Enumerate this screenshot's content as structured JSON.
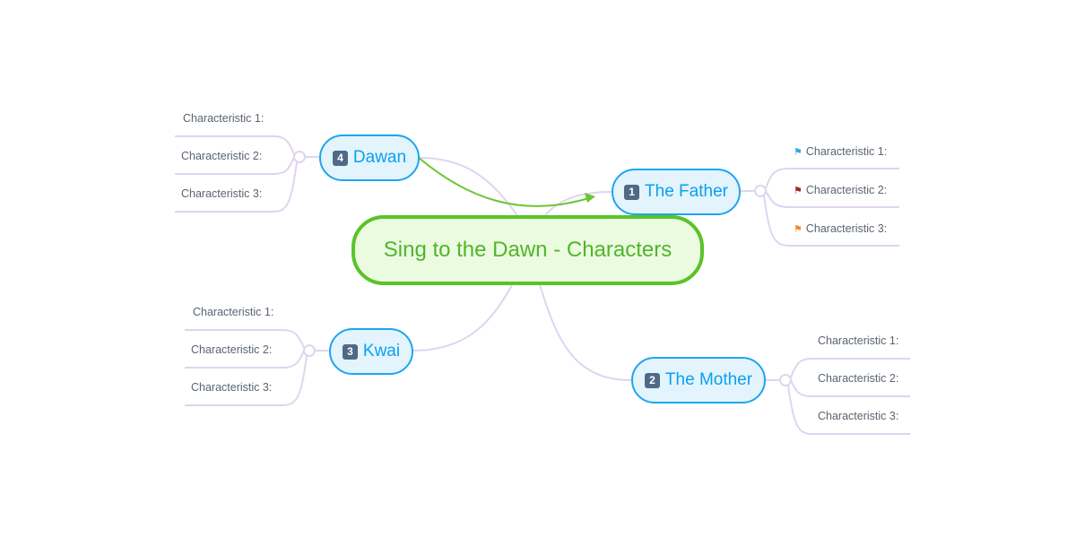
{
  "central": {
    "title": "Sing to the Dawn - Characters"
  },
  "topics": [
    {
      "badge": "1",
      "label": "The Father",
      "leaves": [
        {
          "text": "Characteristic 1:",
          "flag": "#3aa7e0"
        },
        {
          "text": "Characteristic 2:",
          "flag": "#9c2b22"
        },
        {
          "text": "Characteristic 3:",
          "flag": "#f08c2e"
        }
      ]
    },
    {
      "badge": "2",
      "label": "The Mother",
      "leaves": [
        {
          "text": "Characteristic 1:"
        },
        {
          "text": "Characteristic 2:"
        },
        {
          "text": "Characteristic 3:"
        }
      ]
    },
    {
      "badge": "3",
      "label": "Kwai",
      "leaves": [
        {
          "text": "Characteristic 1:"
        },
        {
          "text": "Characteristic 2:"
        },
        {
          "text": "Characteristic 3:"
        }
      ]
    },
    {
      "badge": "4",
      "label": "Dawan",
      "leaves": [
        {
          "text": "Characteristic 1:"
        },
        {
          "text": "Characteristic 2:"
        },
        {
          "text": "Characteristic 3:"
        }
      ]
    }
  ],
  "colors": {
    "central_border": "#5ac328",
    "topic_border": "#1ea5ef",
    "branch": "#e0d4f0",
    "relationship": "#6cc534"
  }
}
